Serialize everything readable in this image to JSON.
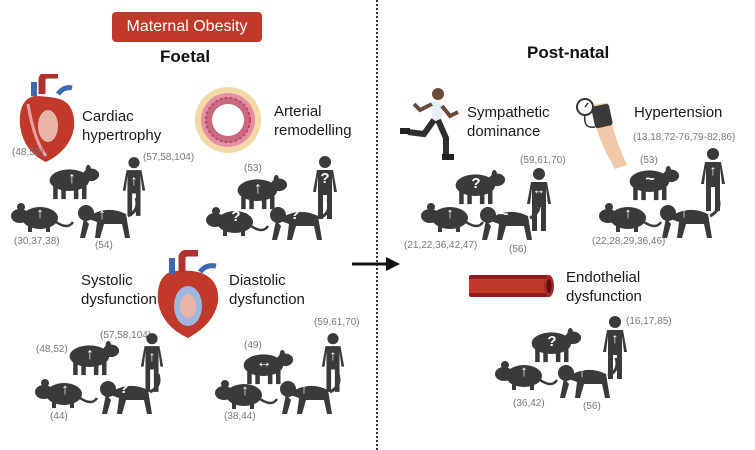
{
  "banner": "Maternal Obesity",
  "foetal_heading": "Foetal",
  "postnatal_heading": "Post-natal",
  "panels": {
    "cardiac": {
      "label_lines": [
        "Cardiac",
        "hypertrophy"
      ],
      "refs": {
        "sheep": "(48,52)",
        "human": "(57,58,104)",
        "rodent": "(30,37,38)",
        "primate": "(54)"
      },
      "signs": {
        "sheep": "↑",
        "human": "↑",
        "rodent": "↑",
        "primate": "↑"
      }
    },
    "arterial": {
      "label_lines": [
        "Arterial",
        "remodelling"
      ],
      "refs": {
        "sheep": "(53)"
      },
      "signs": {
        "sheep": "↑",
        "human": "?",
        "rodent": "?",
        "primate": "?"
      }
    },
    "systolic": {
      "label_lines": [
        "Systolic",
        "dysfunction"
      ],
      "refs": {
        "sheep": "(48,52)",
        "human": "(57,58,104)",
        "rodent": "(44)"
      },
      "signs": {
        "sheep": "↑",
        "human": "↑",
        "rodent": "↑",
        "primate": "?"
      }
    },
    "diastolic": {
      "label_lines": [
        "Diastolic",
        "dysfunction"
      ],
      "refs": {
        "sheep": "(49)",
        "human": "(59,61,70)",
        "rodent": "(38,44)"
      },
      "signs": {
        "sheep": "↔",
        "human": "↑",
        "rodent": "↑",
        "primate": "↑"
      }
    },
    "sympathetic": {
      "label_lines": [
        "Sympathetic",
        "dominance"
      ],
      "refs": {
        "human": "(59,61,70)",
        "rodent": "(21,22,36,42,47)",
        "primate": "(56)"
      },
      "signs": {
        "sheep": "?",
        "human": "↔",
        "rodent": "↑",
        "primate": "~"
      }
    },
    "hypertension": {
      "label_lines": [
        "Hypertension"
      ],
      "refs": {
        "sheep": "(53)",
        "human": "(13,18,72-76,79-82,86)",
        "rodent": "(22,28,29,36,46)"
      },
      "signs": {
        "sheep": "~",
        "human": "↑",
        "rodent": "↑",
        "primate": "↑"
      }
    },
    "endothelial": {
      "label_lines": [
        "Endothelial",
        "dysfunction"
      ],
      "refs": {
        "human": "(16,17,85)",
        "rodent": "(36,42)",
        "primate": "(56)"
      },
      "signs": {
        "sheep": "?",
        "human": "↑",
        "rodent": "↑",
        "primate": "↑"
      }
    }
  },
  "icons": [
    "heart-icon",
    "artery-cross-section-icon",
    "runner-icon",
    "blood-pressure-cuff-icon",
    "blood-vessel-icon",
    "arrow-right-icon",
    "sheep-icon",
    "human-icon",
    "rodent-icon",
    "primate-icon"
  ],
  "colors": {
    "banner": "#c0392b",
    "silhouette": "#3a3a3a",
    "heart": "#c0392b",
    "vessel": "#8e1b1b"
  }
}
